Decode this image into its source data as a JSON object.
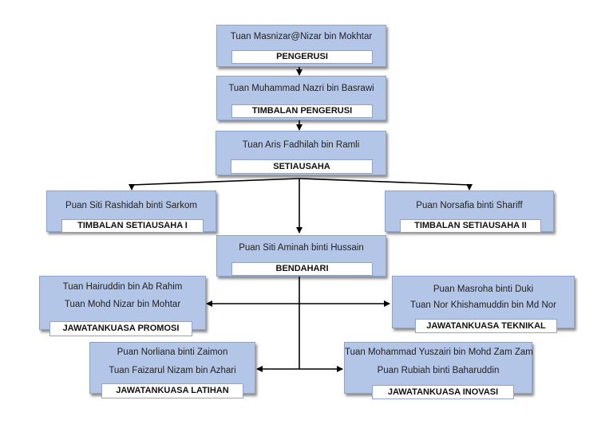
{
  "org_chart": {
    "chairman": {
      "name": "Tuan Masnizar@Nizar bin Mokhtar",
      "role": "PENGERUSI"
    },
    "deputy_chairman": {
      "name": "Tuan Muhammad Nazri bin Basrawi",
      "role": "TIMBALAN PENGERUSI"
    },
    "secretary": {
      "name": "Tuan Aris Fadhilah bin Ramli",
      "role": "SETIAUSAHA"
    },
    "deputy_secretary_1": {
      "name": "Puan Siti Rashidah binti Sarkom",
      "role": "TIMBALAN SETIAUSAHA I"
    },
    "deputy_secretary_2": {
      "name": "Puan Norsafia binti Shariff",
      "role": "TIMBALAN SETIAUSAHA II"
    },
    "treasurer": {
      "name": "Puan Siti Aminah binti Hussain",
      "role": "BENDAHARI"
    },
    "promotion_committee": {
      "members": [
        "Tuan Hairuddin bin Ab Rahim",
        "Tuan Mohd Nizar bin Mohtar"
      ],
      "role": "JAWATANKUASA PROMOSI"
    },
    "technical_committee": {
      "members": [
        "Puan Masroha binti Duki",
        "Tuan Nor Khishamuddin bin Md Nor"
      ],
      "role": "JAWATANKUASA TEKNIKAL"
    },
    "training_committee": {
      "members": [
        "Puan Norliana binti Zaimon",
        "Tuan Faizarul Nizam bin Azhari"
      ],
      "role": "JAWATANKUASA LATIHAN"
    },
    "innovation_committee": {
      "members": [
        "Tuan Mohammad Yuszairi bin Mohd Zam Zam",
        "Puan Rubiah binti Baharuddin"
      ],
      "role": "JAWATANKUASA INOVASI"
    }
  },
  "colors": {
    "box_fill": "#b4c6e7",
    "box_border": "#8ea3c9",
    "label_fill": "#ffffff",
    "connector": "#000000"
  }
}
